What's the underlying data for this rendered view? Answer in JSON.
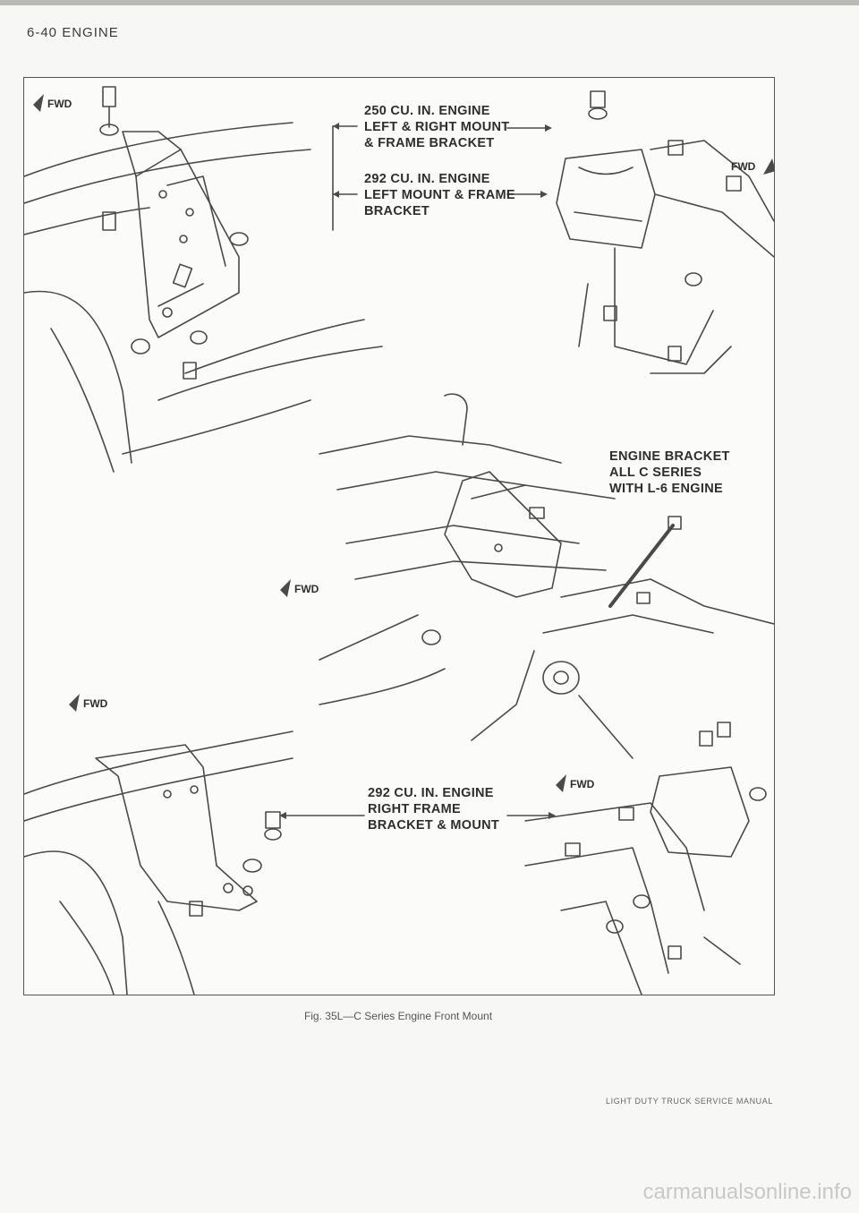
{
  "header": {
    "section": "6-40 ENGINE"
  },
  "figure": {
    "callouts": {
      "c250": [
        "250 CU. IN. ENGINE",
        "LEFT & RIGHT MOUNT",
        "& FRAME BRACKET"
      ],
      "c292_left": [
        "292 CU. IN. ENGINE",
        "LEFT MOUNT & FRAME",
        "BRACKET"
      ],
      "c_bracket": [
        "ENGINE BRACKET",
        "ALL C SERIES",
        "WITH L-6 ENGINE"
      ],
      "c292_right": [
        "292 CU. IN. ENGINE",
        "RIGHT FRAME",
        "BRACKET & MOUNT"
      ]
    },
    "fwd_label": "FWD",
    "caption": "Fig. 35L—C Series Engine Front Mount"
  },
  "footer": {
    "manual": "LIGHT DUTY TRUCK SERVICE MANUAL"
  },
  "watermark": "carmanualsonline.info"
}
